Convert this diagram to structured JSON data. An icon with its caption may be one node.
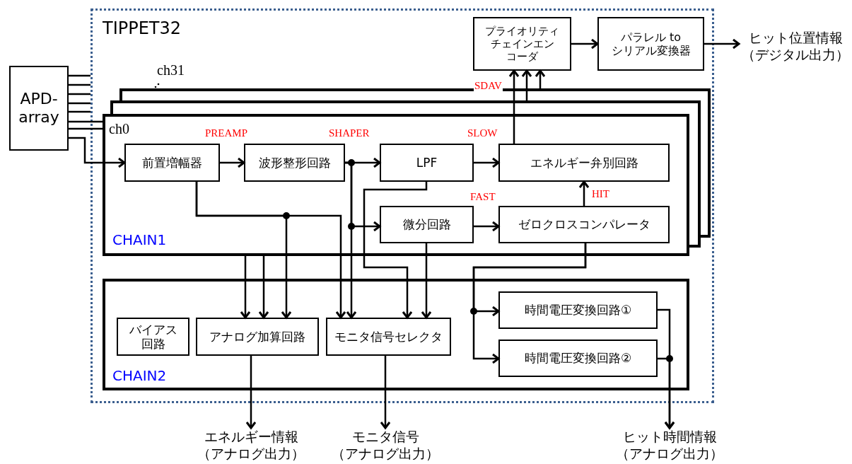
{
  "diagram": {
    "nodes": [
      {
        "text": [
          "TIPPET32"
        ]
      },
      {
        "text": [
          "APD- array"
        ]
      },
      {
        "text": [
          "プライオリティチェインエンコーダ"
        ],
        "in": 0
      },
      {
        "text": [
          "パラレル to シリアル変換器"
        ],
        "in": 0
      },
      {
        "text": [
          "ヒット位置情報（デジタル出力）"
        ]
      },
      {
        "text": [
          "ch0",
          "CHAIN1"
        ],
        "in": 0
      },
      {
        "text": [
          "前置増幅器"
        ],
        "in": 5
      },
      {
        "text": [
          "波形整形回路"
        ],
        "in": 5
      },
      {
        "text": [
          "LPF"
        ],
        "in": 5
      },
      {
        "text": [
          "微分回路"
        ],
        "in": 5
      },
      {
        "text": [
          "エネルギー弁別回路"
        ],
        "in": 5
      },
      {
        "text": [
          "ゼロクロスコンパレータ"
        ],
        "in": 5
      },
      {
        "text": [
          "CHAIN2"
        ],
        "in": 0
      },
      {
        "text": [
          "バイアス回路"
        ],
        "in": 12
      },
      {
        "text": [
          "アナログ加算回路"
        ],
        "in": 12
      },
      {
        "text": [
          "モニタ信号セレクタ"
        ],
        "in": 12
      },
      {
        "text": [
          "時間電圧変換回路①"
        ],
        "in": 12
      },
      {
        "text": [
          "時間電圧変換回路②"
        ],
        "in": 12
      },
      {
        "text": [
          "エネルギー情報（アナログ出力）"
        ]
      },
      {
        "text": [
          "モニタ信号（アナログ出力）"
        ]
      },
      {
        "text": [
          "ヒット時間情報（アナログ出力）"
        ]
      }
    ],
    "edges": [
      {
        "from": 1,
        "to": 6,
        "arrow": "to"
      },
      {
        "from": 1,
        "to": 5,
        "arrow": "none"
      },
      {
        "from": 1,
        "to": 5,
        "arrow": "none"
      },
      {
        "from": 1,
        "to": 0,
        "arrow": "none"
      },
      {
        "from": 1,
        "to": 0,
        "arrow": "none"
      },
      {
        "from": 1,
        "to": 0,
        "arrow": "none"
      },
      {
        "from": 1,
        "to": 0,
        "arrow": "none"
      },
      {
        "from": 1,
        "to": 0,
        "arrow": "none"
      },
      {
        "from": 2,
        "to": 3,
        "arrow": "to"
      },
      {
        "from": 3,
        "to": 4,
        "arrow": "to"
      },
      {
        "from": 10,
        "to": 2,
        "arrow": "to",
        "label": "SDAV"
      },
      {
        "from": null,
        "to": 2,
        "arrow": "to"
      },
      {
        "from": null,
        "to": 2,
        "arrow": "to"
      },
      {
        "from": 6,
        "to": 7,
        "arrow": "to",
        "label": "PREAMP"
      },
      {
        "from": 7,
        "to": 8,
        "arrow": "to",
        "label": "SHAPER"
      },
      {
        "from": 7,
        "to": 9,
        "arrow": "to"
      },
      {
        "from": 8,
        "to": 10,
        "arrow": "to",
        "label": "SLOW"
      },
      {
        "from": 9,
        "to": 11,
        "arrow": "to",
        "label": "FAST"
      },
      {
        "from": 11,
        "to": 10,
        "arrow": "to",
        "label": "HIT"
      },
      {
        "from": 6,
        "to": 14,
        "arrow": "to"
      },
      {
        "from": 6,
        "to": 15,
        "arrow": "to"
      },
      {
        "from": 5,
        "to": 14,
        "arrow": "to"
      },
      {
        "from": 5,
        "to": 14,
        "arrow": "to"
      },
      {
        "from": 7,
        "to": 15,
        "arrow": "to"
      },
      {
        "from": 8,
        "to": 15,
        "arrow": "to"
      },
      {
        "from": 9,
        "to": 15,
        "arrow": "to"
      },
      {
        "from": 11,
        "to": 16,
        "arrow": "to"
      },
      {
        "from": 11,
        "to": 17,
        "arrow": "to"
      },
      {
        "from": 16,
        "to": 20,
        "arrow": "to"
      },
      {
        "from": 17,
        "to": 20,
        "arrow": "to"
      },
      {
        "from": 14,
        "to": 18,
        "arrow": "to"
      },
      {
        "from": 15,
        "to": 19,
        "arrow": "to"
      }
    ],
    "labels": [
      "ch31"
    ]
  }
}
